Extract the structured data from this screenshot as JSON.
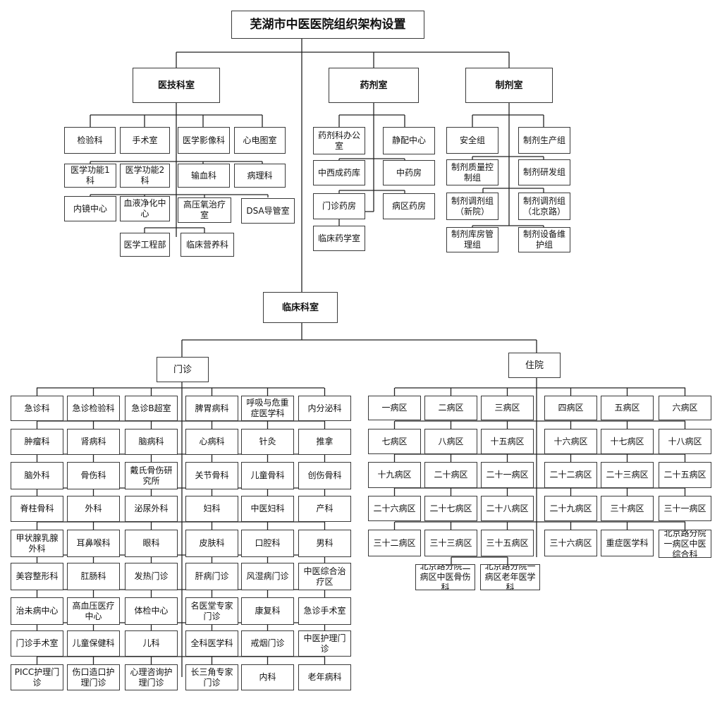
{
  "title": "芜湖市中医医院组织架构设置",
  "tech": {
    "label": "医技科室",
    "items": [
      "检验科",
      "手术室",
      "医学影像科",
      "心电图室",
      "医学功能1科",
      "医学功能2科",
      "输血科",
      "病理科",
      "内镜中心",
      "血液净化中心",
      "高压氧治疗室",
      "DSA导管室",
      "医学工程部",
      "临床营养科"
    ]
  },
  "pharmacy": {
    "label": "药剂室",
    "items": [
      "药剂科办公室",
      "静配中心",
      "中西成药库",
      "中药房",
      "门诊药房",
      "病区药房",
      "临床药学室"
    ]
  },
  "prep": {
    "label": "制剂室",
    "items": [
      "安全组",
      "制剂生产组",
      "制剂质量控制组",
      "制剂研发组",
      "制剂调剂组（新院）",
      "制剂调剂组（北京路）",
      "制剂库房管理组",
      "制剂设备维护组"
    ]
  },
  "clinical": {
    "label": "临床科室"
  },
  "outpatient": {
    "label": "门诊",
    "items": [
      "急诊科",
      "急诊检验科",
      "急诊B超室",
      "脾胃病科",
      "呼吸与危重症医学科",
      "内分泌科",
      "肿瘤科",
      "肾病科",
      "脑病科",
      "心病科",
      "针灸",
      "推拿",
      "脑外科",
      "骨伤科",
      "戴氏骨伤研究所",
      "关节骨科",
      "儿童骨科",
      "创伤骨科",
      "脊柱骨科",
      "外科",
      "泌尿外科",
      "妇科",
      "中医妇科",
      "产科",
      "甲状腺乳腺外科",
      "耳鼻喉科",
      "眼科",
      "皮肤科",
      "口腔科",
      "男科",
      "美容整形科",
      "肛肠科",
      "发热门诊",
      "肝病门诊",
      "风湿病门诊",
      "中医综合治疗区",
      "治未病中心",
      "高血压医疗中心",
      "体检中心",
      "名医堂专家门诊",
      "康复科",
      "急诊手术室",
      "门诊手术室",
      "儿童保健科",
      "儿科",
      "全科医学科",
      "戒烟门诊",
      "中医护理门诊",
      "PICC护理门诊",
      "伤口造口护理门诊",
      "心理咨询护理门诊",
      "长三角专家门诊",
      "内科",
      "老年病科"
    ]
  },
  "inpatient": {
    "label": "住院",
    "items": [
      "一病区",
      "二病区",
      "三病区",
      "四病区",
      "五病区",
      "六病区",
      "七病区",
      "八病区",
      "十五病区",
      "十六病区",
      "十七病区",
      "十八病区",
      "十九病区",
      "二十病区",
      "二十一病区",
      "二十二病区",
      "二十三病区",
      "二十五病区",
      "二十六病区",
      "二十七病区",
      "二十八病区",
      "二十九病区",
      "三十病区",
      "三十一病区",
      "三十二病区",
      "三十三病区",
      "三十五病区",
      "三十六病区",
      "重症医学科",
      "北京路分院一病区中医综合科",
      "北京路分院二病区中医骨伤科",
      "北京路分院一病区老年医学科"
    ]
  }
}
